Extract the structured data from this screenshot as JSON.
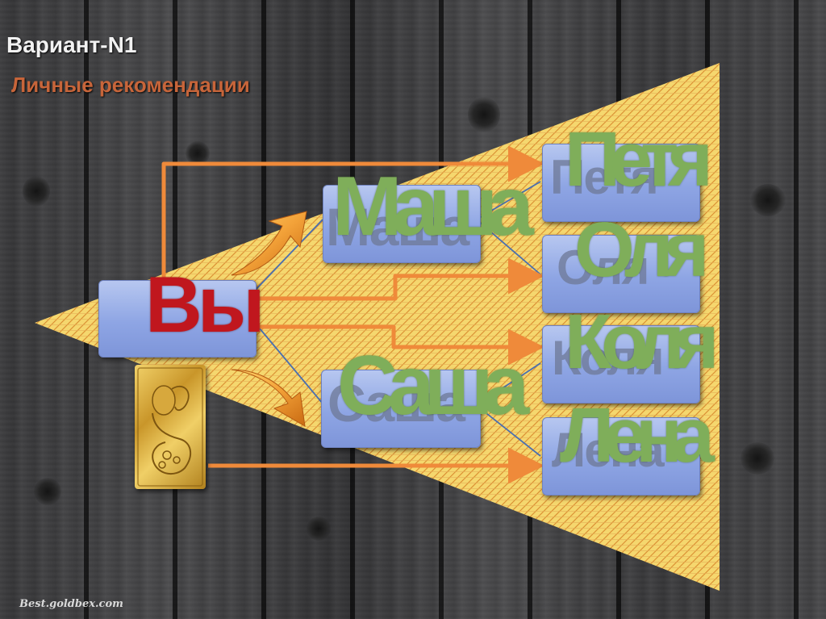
{
  "header": {
    "title": "Вариант-N1",
    "subtitle": "Личные рекомендации"
  },
  "footer": {
    "source": "Best.goldbex.com"
  },
  "diagram": {
    "root": {
      "label": "Вы"
    },
    "level1": [
      {
        "label": "Маша"
      },
      {
        "label": "Саша"
      }
    ],
    "level2": [
      {
        "label": "Петя"
      },
      {
        "label": "Оля"
      },
      {
        "label": "Коля"
      },
      {
        "label": "Лена"
      }
    ]
  },
  "colors": {
    "triangle_fill": "#f5d76e",
    "hatch": "#d98b2f",
    "node_fill": "#8ea5e4",
    "arrow_orange": "#ef8a3a",
    "connector_blue": "#4a6fb0",
    "label_green": "#7fae5a",
    "label_red": "#c0171e",
    "subtitle_orange": "#c7653a"
  },
  "icons": [
    "gold-bar-icon",
    "curved-arrow-icon"
  ]
}
